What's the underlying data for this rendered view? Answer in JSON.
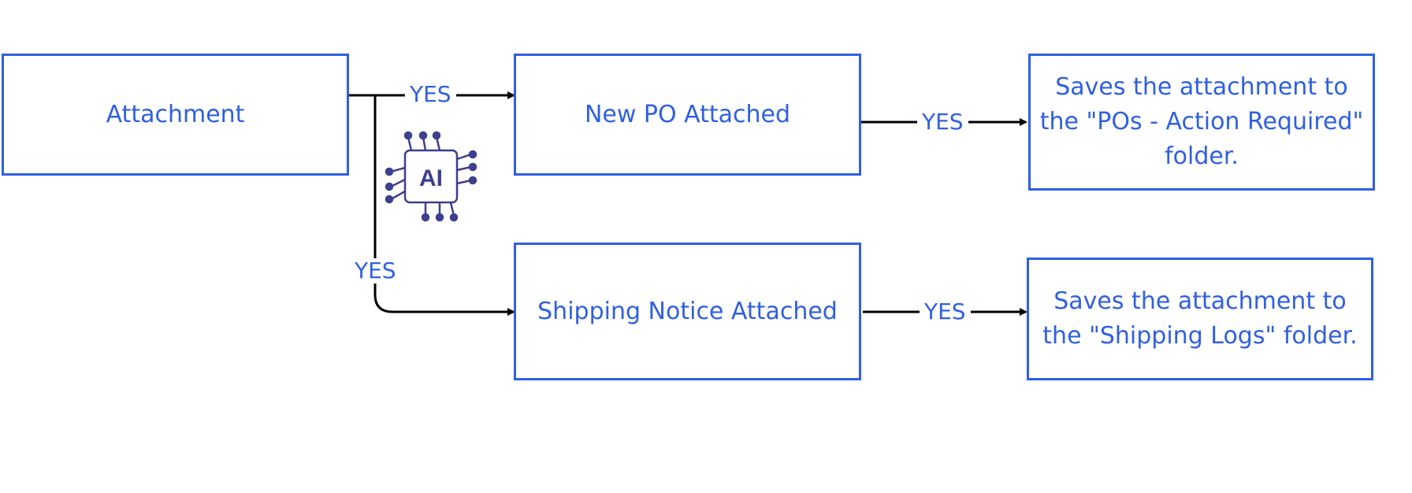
{
  "nodes": {
    "attachment": "Attachment",
    "new_po": "New PO Attached",
    "shipping_notice": "Shipping Notice Attached",
    "po_action": "Saves the attachment to the \"POs - Action Required\" folder.",
    "shipping_logs": "Saves the attachment to the \"Shipping Logs\" folder."
  },
  "edges": {
    "to_new_po": "YES",
    "to_shipping": "YES",
    "po_to_action": "YES",
    "shipping_to_logs": "YES"
  },
  "badge": {
    "text": "AI",
    "icon": "ai-chip-icon"
  },
  "colors": {
    "accent": "#2f5fe3",
    "line": "#000000",
    "chip": "#3d3f8f"
  }
}
